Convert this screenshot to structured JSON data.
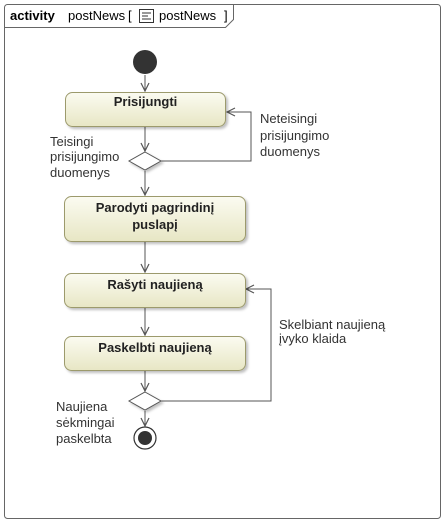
{
  "header": {
    "keyword": "activity",
    "name": "postNews",
    "bracket_open": "[",
    "ref_name": "postNews",
    "bracket_close": "]"
  },
  "actions": {
    "login": "Prisijungti",
    "show_main_line1": "Parodyti pagrindinį",
    "show_main_line2": "puslapį",
    "write_news": "Rašyti naujieną",
    "publish_news": "Paskelbti naujieną"
  },
  "guards": {
    "correct_line1": "Teisingi",
    "correct_line2": "prisijungimo",
    "correct_line3": "duomenys",
    "incorrect_line1": "Neteisingi",
    "incorrect_line2": "prisijungimo",
    "incorrect_line3": "duomenys",
    "error_line1": "Skelbiant naujieną",
    "error_line2": "įvyko klaida",
    "success_line1": "Naujiena",
    "success_line2": "sėkmingai",
    "success_line3": "paskelbta"
  },
  "colors": {
    "action_fill_top": "#fbfbf1",
    "action_fill_bottom": "#e7e6c4",
    "action_stroke": "#9c9a6c",
    "flow_line": "#555555",
    "node_fill": "#333333"
  }
}
